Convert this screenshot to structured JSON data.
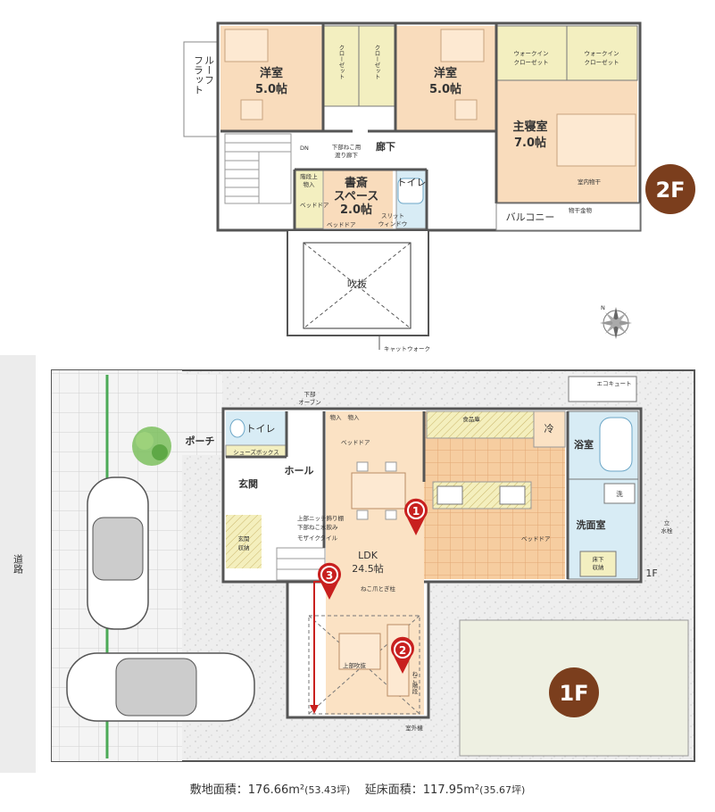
{
  "floor2": {
    "badge": "2F",
    "rooms": {
      "western_left": {
        "name": "洋室",
        "size": "5.0帖"
      },
      "western_right": {
        "name": "洋室",
        "size": "5.0帖"
      },
      "master": {
        "name": "主寝室",
        "size": "7.0帖"
      },
      "study": {
        "name": "書斎スペース",
        "line1": "書斎",
        "line2": "スペース",
        "size": "2.0帖"
      },
      "corridor": "廊下",
      "toilet": "トイレ",
      "balcony": "バルコニー",
      "void": "吹抜"
    },
    "closet": "クローゼット",
    "walk_in_closet": "ウォークインクローゼット",
    "walk_in_line1": "ウォークイン",
    "walk_in_line2": "クローゼット",
    "flat_roof": "フラットルーフ",
    "flat_roof_line1": "フラット",
    "flat_roof_line2": "ルーフ",
    "labels": {
      "dn": "DN",
      "cat_passage_line1": "下部ねこ用",
      "cat_passage_line2": "渡り廊下",
      "stair_storage_line1": "階段上",
      "stair_storage_line2": "物入",
      "bed_door": "ベッドドア",
      "slit_window_line1": "スリット",
      "slit_window_line2": "ウィンドウ",
      "indoor_dryer": "室内物干",
      "dryer_hardware": "物干金物",
      "catwalk": "キャットウォーク"
    }
  },
  "floor1": {
    "badge": "1F",
    "label_right": "1F",
    "rooms": {
      "toilet": "トイレ",
      "porch": "ポーチ",
      "shoes_box": "シューズボックス",
      "hall": "ホール",
      "entrance": "玄関",
      "entrance_storage_line1": "玄関",
      "entrance_storage_line2": "収納",
      "ldk": "LDK",
      "ldk_size": "24.5帖",
      "pantry": "食品庫",
      "fridge": "冷",
      "bath": "浴室",
      "washroom": "洗面室",
      "wash": "洗",
      "underfloor_line1": "床下",
      "underfloor_line2": "収納"
    },
    "labels": {
      "eco_cute": "エコキュート",
      "bottom_oven_line1": "下部",
      "bottom_oven_line2": "オーブン",
      "storage": "物入",
      "bed_door": "ベッドドア",
      "niche_line1": "上部ニッチ飾り棚",
      "niche_line2": "下部ねこ水飲み",
      "mosaic_tile": "モザイクタイル",
      "cat_scratch": "ねこ爪とぎ柱",
      "upper_void": "上部吹抜",
      "outdoor_unit": "室外機",
      "faucet_line1": "立",
      "faucet_line2": "水栓",
      "road": "道路",
      "cat_stairs": "ねこ階段"
    },
    "markers": [
      "1",
      "2",
      "3"
    ]
  },
  "compass": "N",
  "footer": {
    "site_area_label": "敷地面積：",
    "site_area_value": "176.66m²",
    "site_area_tsubo": "(53.43坪)",
    "floor_area_label": "延床面積：",
    "floor_area_value": "117.95m²",
    "floor_area_tsubo": "(35.67坪)"
  },
  "colors": {
    "room_fill": "#f9dcbc",
    "wet_fill": "#d8ecf5",
    "ldk_fill": "#fbe2c4",
    "kitchen_fill": "#f6c99a",
    "storage_fill": "#f3efc0",
    "lawn_fill": "#eef0e2",
    "gravel_fill": "#ececec",
    "badge_brown": "#7b3e1d",
    "marker_red": "#c8201f",
    "wall": "#666666"
  }
}
